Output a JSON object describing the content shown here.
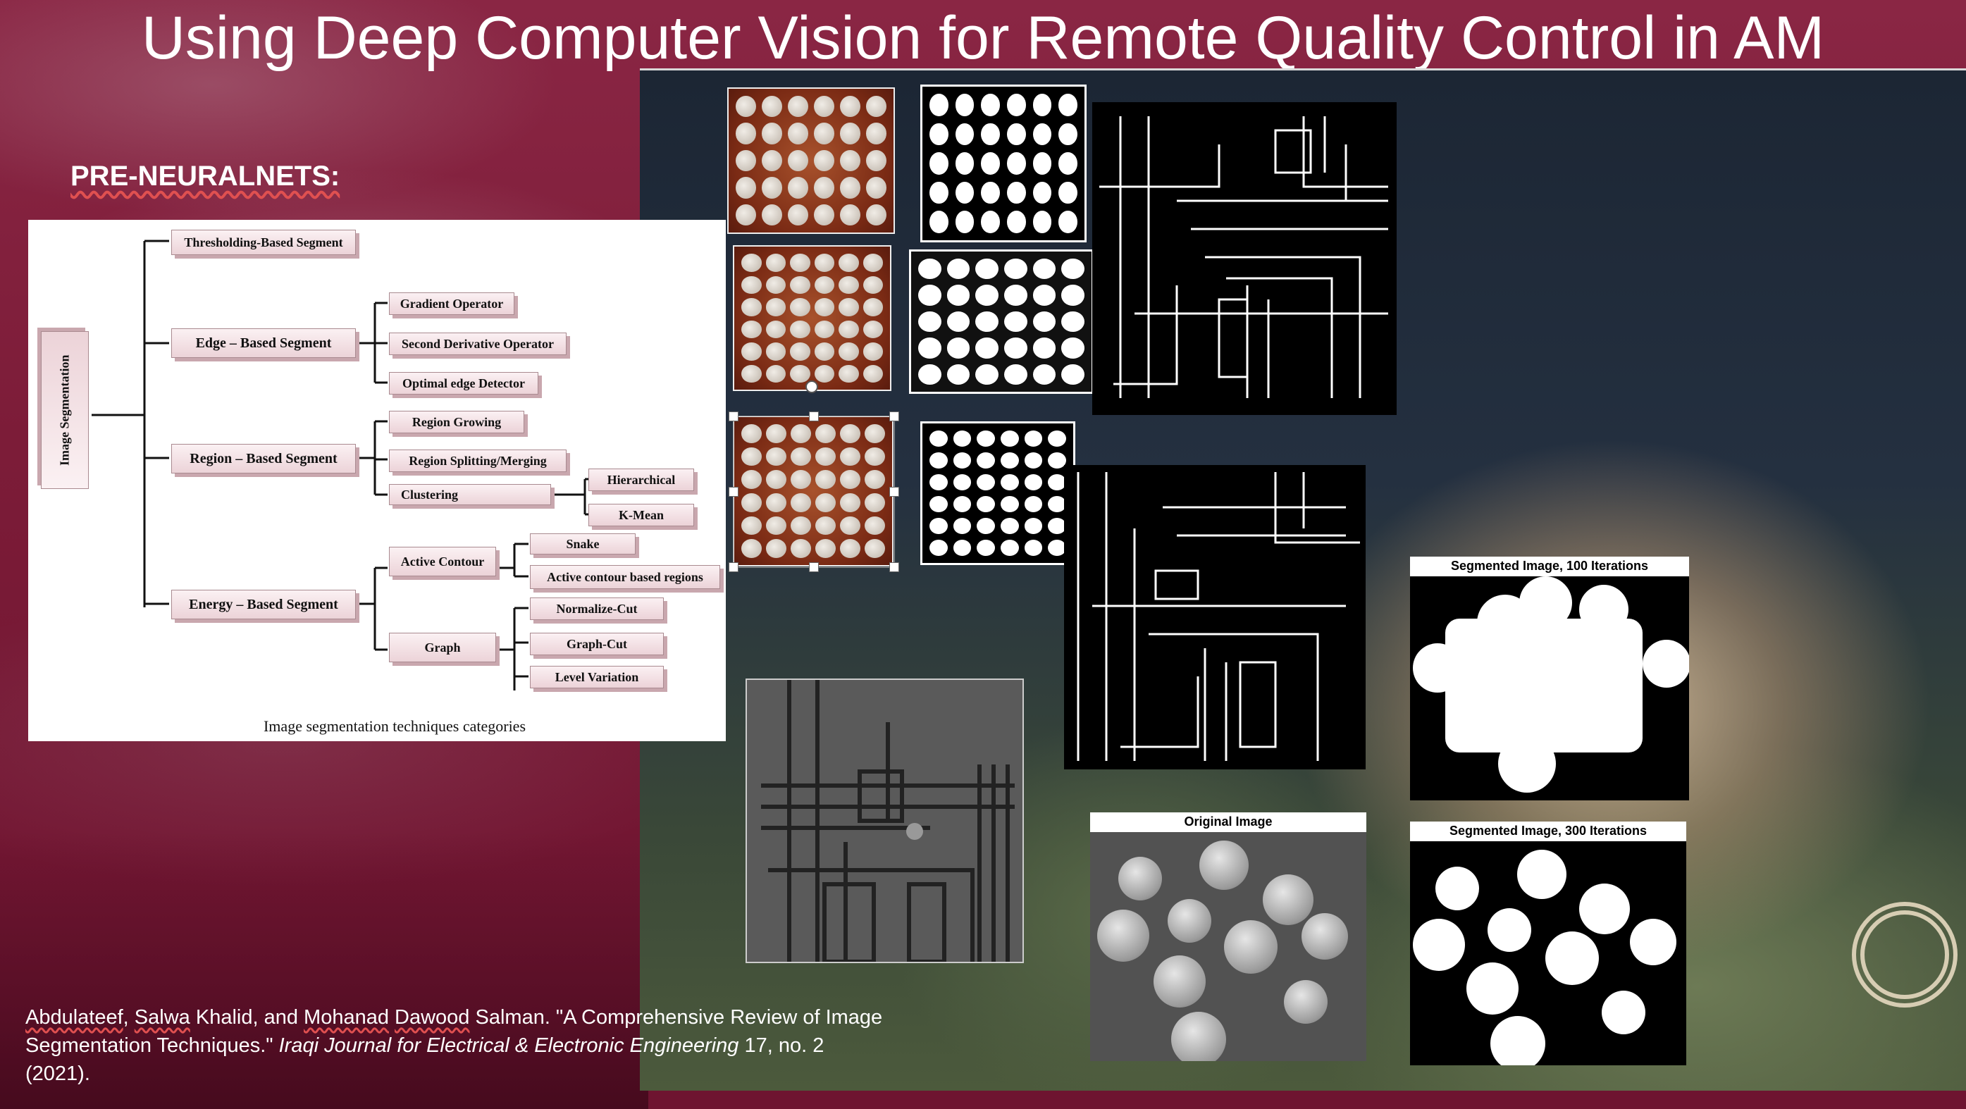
{
  "slide": {
    "title": "Using Deep Computer Vision for Remote Quality Control in AM",
    "subheading": "PRE-NEURALNETS:"
  },
  "diagram": {
    "root": "Image Segmentation",
    "categories": {
      "thresholding": "Thresholding-Based Segment",
      "edge": "Edge – Based Segment",
      "region": "Region – Based Segment",
      "energy": "Energy – Based Segment"
    },
    "edge_children": [
      "Gradient Operator",
      "Second Derivative Operator",
      "Optimal edge Detector"
    ],
    "region_children": [
      "Region Growing",
      "Region Splitting/Merging",
      "Clustering"
    ],
    "clustering_children": [
      "Hierarchical",
      "K-Mean"
    ],
    "energy_children": [
      "Active Contour",
      "Graph"
    ],
    "active_contour_children": [
      "Snake",
      "Active contour based regions"
    ],
    "graph_children": [
      "Normalize-Cut",
      "Graph-Cut",
      "Level Variation"
    ],
    "caption": "Image segmentation techniques categories"
  },
  "segmentation_panels": {
    "seg100_title": "Segmented Image, 100 Iterations",
    "original_title": "Original Image",
    "seg300_title": "Segmented Image, 300 Iterations"
  },
  "reference": {
    "author1": "Abdulateef",
    "author1_rest": ", ",
    "author2": "Salwa",
    "author3": " Khalid, and ",
    "author4": "Mohanad",
    "author5": " ",
    "author6": "Dawood",
    "author7": " Salman. \"A Comprehensive Review of Image Segmentation Techniques.\" ",
    "journal": "Iraqi Journal for Electrical & Electronic Engineering",
    "tail": " 17, no. 2 (2021)."
  },
  "colors": {
    "background": "#7a1a36",
    "title_text": "#ffffff",
    "box_fill": "#ecd3d8"
  }
}
